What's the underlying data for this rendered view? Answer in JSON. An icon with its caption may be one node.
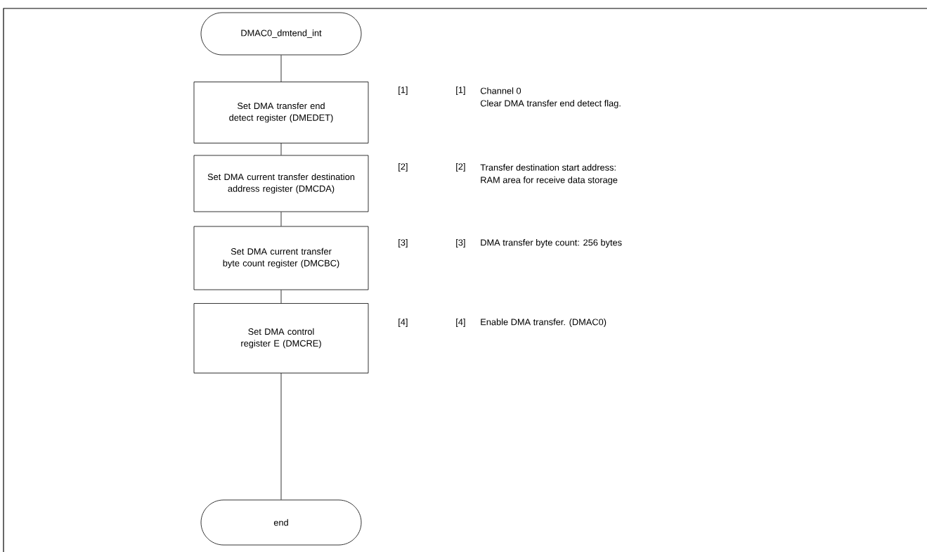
{
  "diagram": {
    "nodes": [
      {
        "text": [
          "DMAC0_dmtend_int"
        ]
      },
      {
        "text": [
          "Set DMA transfer end detect register (DMEDET)"
        ]
      },
      {
        "text": [
          "Set DMA current transfer destination address register (DMCDA)"
        ]
      },
      {
        "text": [
          "Set DMA current transfer byte count register (DMCBC)"
        ]
      },
      {
        "text": [
          "Set DMA control register E (DMCRE)"
        ]
      },
      {
        "text": [
          "end"
        ]
      }
    ],
    "edges": [
      {
        "from": 0,
        "to": 1,
        "arrow": "none"
      },
      {
        "from": 1,
        "to": 2,
        "arrow": "none"
      },
      {
        "from": 2,
        "to": 3,
        "arrow": "none"
      },
      {
        "from": 3,
        "to": 4,
        "arrow": "none"
      },
      {
        "from": 4,
        "to": 5,
        "arrow": "none"
      }
    ],
    "labels": [
      "[1]",
      "[1]",
      "Channel 0",
      "Clear DMA transfer end detect flag.",
      "[2]",
      "[2]",
      "Transfer destination start address:",
      "RAM area for receive data storage",
      "[3]",
      "[3]",
      "DMA transfer byte count: 256 bytes",
      "[4]",
      "[4]",
      "Enable DMA transfer. (DMAC0)"
    ]
  }
}
